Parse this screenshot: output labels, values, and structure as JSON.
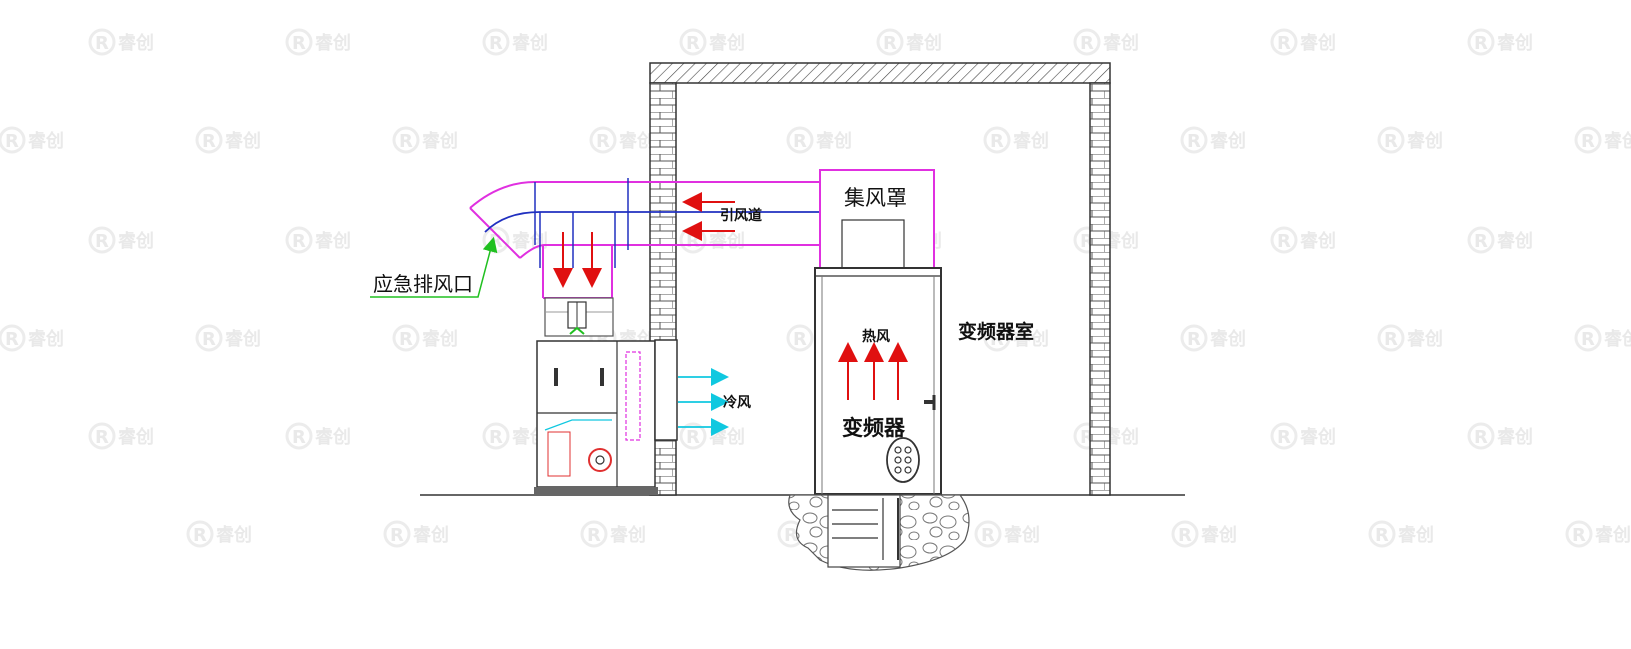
{
  "labels": {
    "emergency_exhaust": "应急排风口",
    "air_duct": "引风道",
    "collection_hood": "集风罩",
    "room": "变频器室",
    "hot_air": "热风",
    "inverter": "变频器",
    "cold_air": "冷风"
  },
  "watermark": {
    "mark": "R",
    "text": "睿创"
  },
  "colors": {
    "duct_outer": "#e030e0",
    "duct_inner": "#2030c0",
    "arrow_hot": "#e01010",
    "arrow_cold": "#10c8e0",
    "pointer": "#20c020",
    "wall": "#333333"
  }
}
